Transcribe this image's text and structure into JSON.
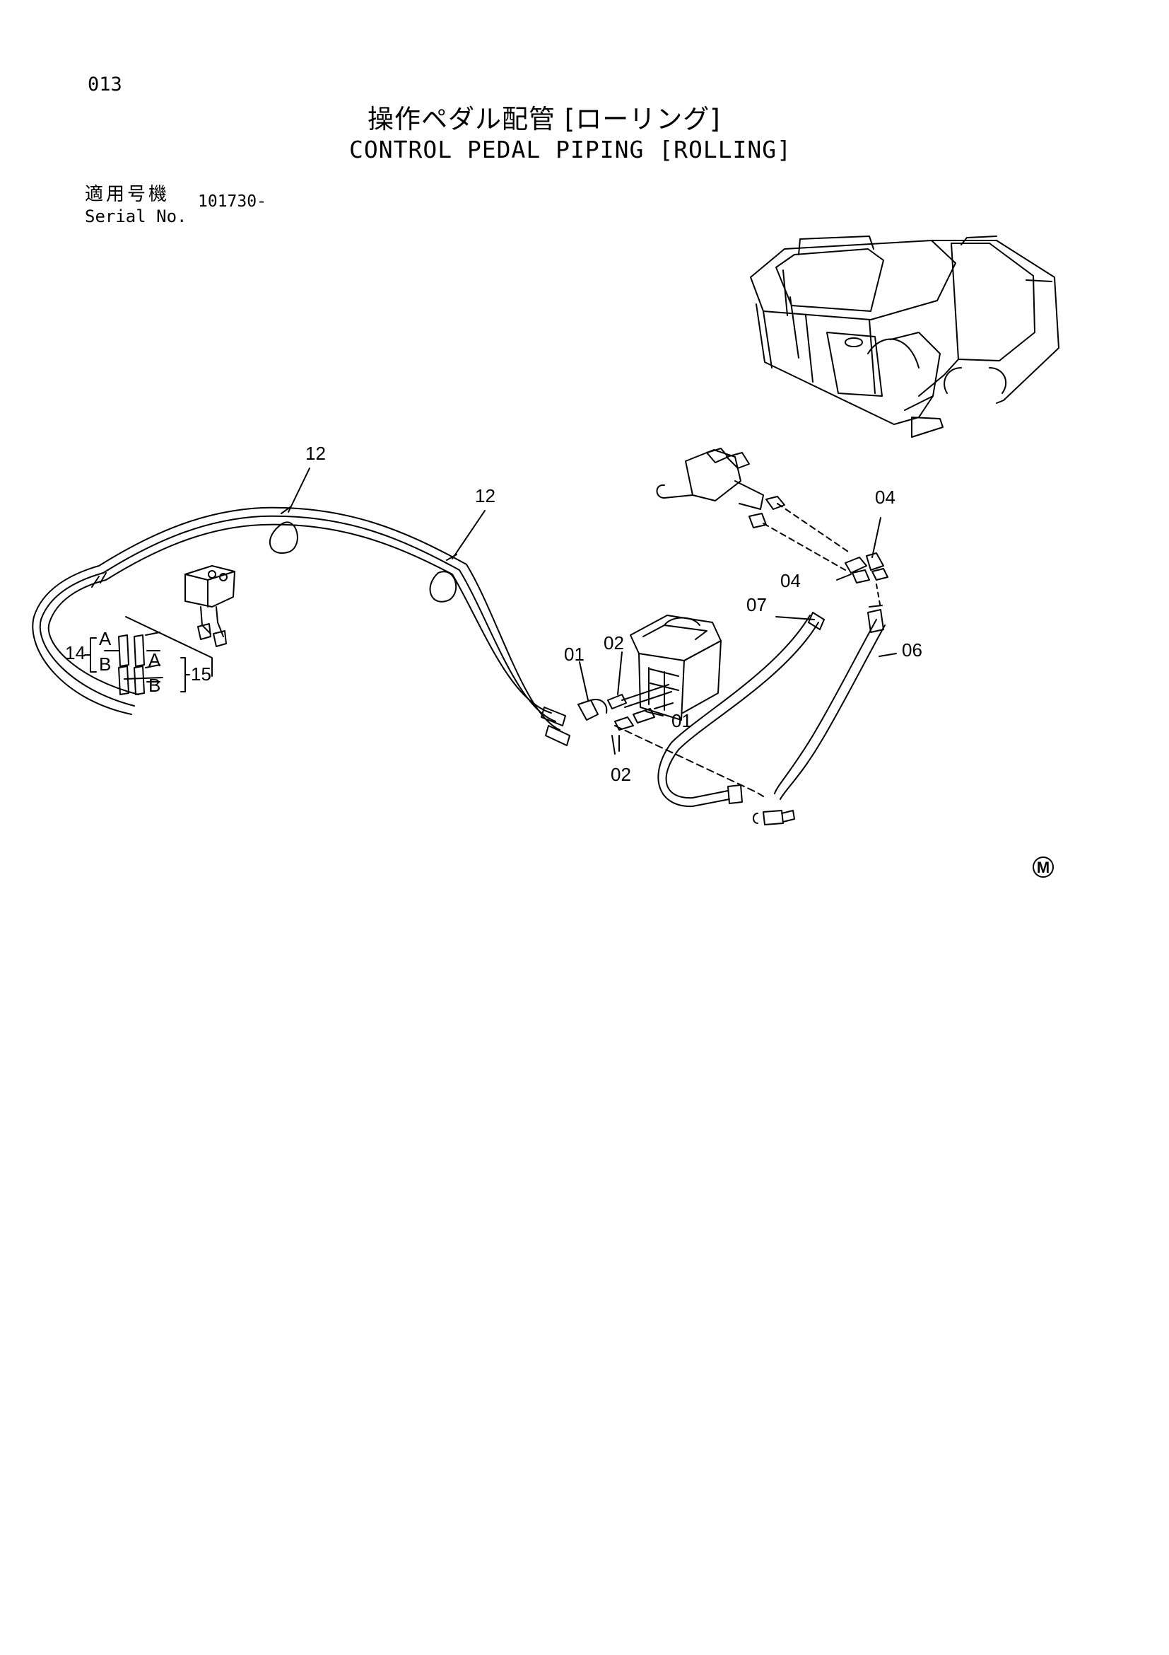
{
  "page": {
    "number": "013",
    "title_jp": "操作ペダル配管 [ローリング]",
    "title_en": "CONTROL PEDAL PIPING [ROLLING]",
    "serial_label_jp": "適用号機",
    "serial_label_en": "Serial No.",
    "serial_value": "101730-"
  },
  "callouts": {
    "p12a": "12",
    "p12b": "12",
    "p04a": "04",
    "p04b": "04",
    "p07": "07",
    "p06": "06",
    "p01a": "01",
    "p01b": "01",
    "p02a": "02",
    "p02b": "02",
    "p14": "14",
    "p15": "15",
    "a_left": "A",
    "b_left": "B",
    "a_right": "A",
    "b_right": "B",
    "mark": "M"
  }
}
